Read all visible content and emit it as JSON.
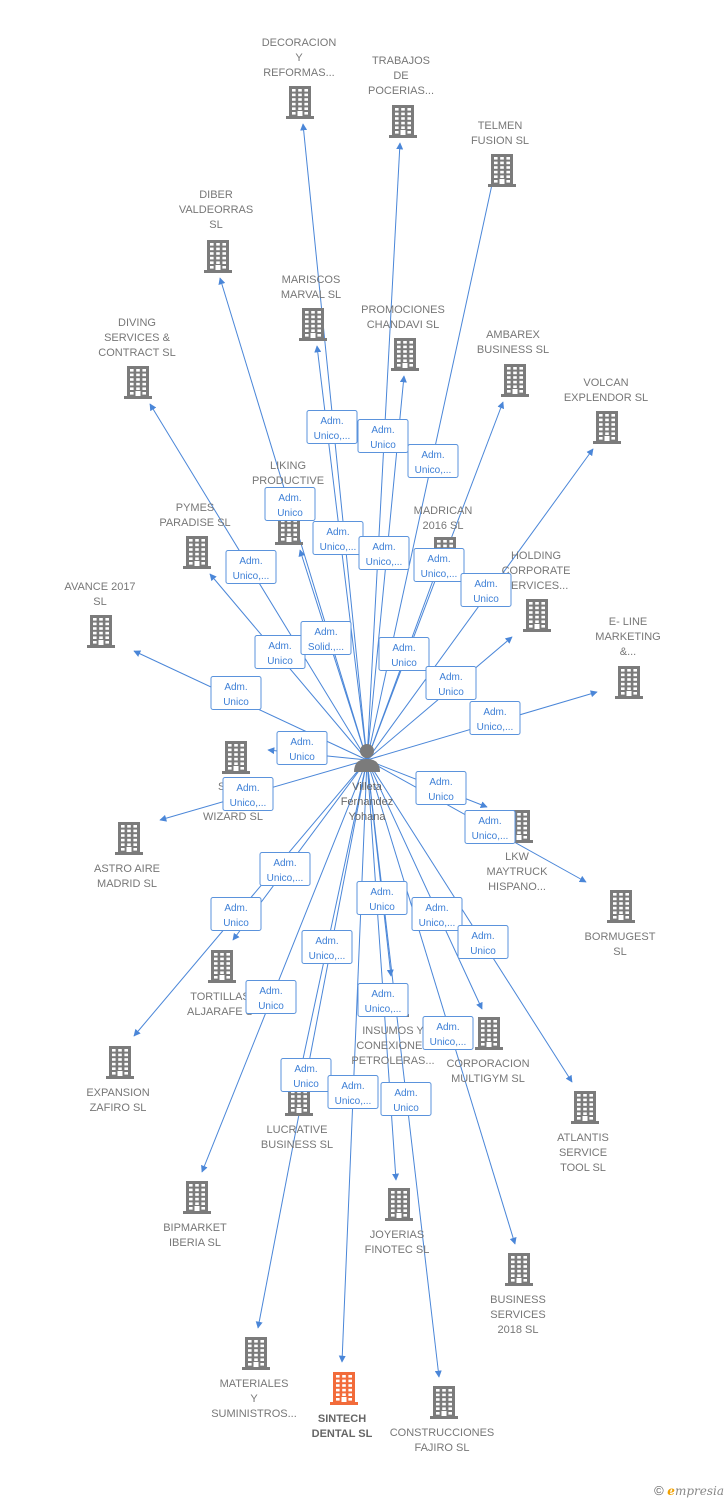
{
  "center": {
    "label": [
      "Villeta",
      "Fernandez",
      "Yohana"
    ]
  },
  "colors": {
    "edge": "#4a86d8",
    "building": "#7b7b7b",
    "highlight": "#f26b3a"
  },
  "nodes": [
    {
      "id": "decoracion",
      "label": [
        "DECORACION",
        "Y",
        "REFORMAS..."
      ]
    },
    {
      "id": "trabajos",
      "label": [
        "TRABAJOS",
        "DE",
        "POCERIAS..."
      ]
    },
    {
      "id": "telmen",
      "label": [
        "TELMEN",
        "FUSION SL"
      ]
    },
    {
      "id": "diber",
      "label": [
        "DIBER",
        "VALDEORRAS",
        "SL"
      ]
    },
    {
      "id": "mariscos",
      "label": [
        "MARISCOS",
        "MARVAL SL"
      ]
    },
    {
      "id": "promociones",
      "label": [
        "PROMOCIONES",
        "CHANDAVI SL"
      ]
    },
    {
      "id": "ambarex",
      "label": [
        "AMBAREX",
        "BUSINESS SL"
      ]
    },
    {
      "id": "diving",
      "label": [
        "DIVING",
        "SERVICES &",
        "CONTRACT SL"
      ]
    },
    {
      "id": "volcan",
      "label": [
        "VOLCAN",
        "EXPLENDOR SL"
      ]
    },
    {
      "id": "liking",
      "label": [
        "LIKING",
        "PRODUCTIVE"
      ]
    },
    {
      "id": "pymes",
      "label": [
        "PYMES",
        "PARADISE SL"
      ]
    },
    {
      "id": "madrican",
      "label": [
        "MADRICAN",
        "2016 SL"
      ]
    },
    {
      "id": "holding",
      "label": [
        "HOLDING",
        "CORPORATE",
        "SERVICES..."
      ]
    },
    {
      "id": "avance",
      "label": [
        "AVANCE 2017",
        "SL"
      ]
    },
    {
      "id": "eline",
      "label": [
        "E- LINE",
        "MARKETING",
        "&..."
      ]
    },
    {
      "id": "solutech",
      "label": [
        "SOLU",
        "TE",
        "WIZARD SL"
      ]
    },
    {
      "id": "astro",
      "label": [
        "ASTRO AIRE",
        "MADRID SL"
      ]
    },
    {
      "id": "lkw",
      "label": [
        "LKW",
        "MAYTRUCK",
        "HISPANO..."
      ]
    },
    {
      "id": "bormugest",
      "label": [
        "BORMUGEST",
        "SL"
      ]
    },
    {
      "id": "tortillas",
      "label": [
        "TORTILLAS",
        "ALJARAFE S"
      ]
    },
    {
      "id": "expansion",
      "label": [
        "EXPANSION",
        "ZAFIRO SL"
      ]
    },
    {
      "id": "insumos",
      "label": [
        "INSUMOS Y",
        "CONEXIONES",
        "PETROLERAS..."
      ]
    },
    {
      "id": "multigym",
      "label": [
        "CORPORACION",
        "MULTIGYM SL"
      ]
    },
    {
      "id": "atlantis",
      "label": [
        "ATLANTIS",
        "SERVICE",
        "TOOL SL"
      ]
    },
    {
      "id": "lucrative",
      "label": [
        "LUCRATIVE",
        "BUSINESS SL"
      ]
    },
    {
      "id": "bipmarket",
      "label": [
        "BIPMARKET",
        "IBERIA SL"
      ]
    },
    {
      "id": "joyerias",
      "label": [
        "JOYERIAS",
        "FINOTEC SL"
      ]
    },
    {
      "id": "business2018",
      "label": [
        "BUSINESS",
        "SERVICES",
        "2018 SL"
      ]
    },
    {
      "id": "materiales",
      "label": [
        "MATERIALES",
        "Y",
        "SUMINISTROS..."
      ]
    },
    {
      "id": "sintech",
      "label": [
        "SINTECH",
        "DENTAL SL"
      ],
      "highlight": true
    },
    {
      "id": "fajiro",
      "label": [
        "CONSTRUCCIONES",
        "FAJIRO SL"
      ]
    }
  ],
  "relations": [
    {
      "node": "decoracion",
      "label": [
        "Adm.",
        "Unico,..."
      ]
    },
    {
      "node": "trabajos",
      "label": [
        "Adm.",
        "Unico"
      ]
    },
    {
      "node": "telmen",
      "label": [
        "Adm.",
        "Unico,..."
      ]
    },
    {
      "node": "diber",
      "label": [
        "Adm.",
        "Unico"
      ]
    },
    {
      "node": "mariscos",
      "label": [
        "Adm.",
        "Unico,..."
      ]
    },
    {
      "node": "promociones",
      "label": [
        "Adm.",
        "Unico,..."
      ]
    },
    {
      "node": "ambarex",
      "label": [
        "Adm.",
        "Unico,..."
      ]
    },
    {
      "node": "volcan",
      "label": [
        "Adm.",
        "Unico"
      ]
    },
    {
      "node": "diving",
      "label": [
        "Adm.",
        "Unico,..."
      ]
    },
    {
      "node": "pymes",
      "label": [
        "Adm.",
        "Unico"
      ]
    },
    {
      "node": "liking",
      "label": [
        "Adm.",
        "Solid.,..."
      ]
    },
    {
      "node": "madrican",
      "label": [
        "Adm.",
        "Unico"
      ]
    },
    {
      "node": "holding",
      "label": [
        "Adm.",
        "Unico"
      ]
    },
    {
      "node": "avance",
      "label": [
        "Adm.",
        "Unico"
      ]
    },
    {
      "node": "eline",
      "label": [
        "Adm.",
        "Unico,..."
      ]
    },
    {
      "node": "solutech",
      "label": [
        "Adm.",
        "Unico"
      ]
    },
    {
      "node": "astro",
      "label": [
        "Adm.",
        "Unico,..."
      ]
    },
    {
      "node": "lkw",
      "label": [
        "Adm.",
        "Unico"
      ]
    },
    {
      "node": "bormugest",
      "label": [
        "Adm.",
        "Unico,..."
      ]
    },
    {
      "node": "tortillas",
      "label": [
        "Adm.",
        "Unico,..."
      ]
    },
    {
      "node": "expansion",
      "label": [
        "Adm.",
        "Unico"
      ]
    },
    {
      "node": "insumos",
      "label": [
        "Adm.",
        "Unico"
      ]
    },
    {
      "node": "multigym",
      "label": [
        "Adm.",
        "Unico,..."
      ]
    },
    {
      "node": "atlantis",
      "label": [
        "Adm.",
        "Unico"
      ]
    },
    {
      "node": "lucrative",
      "label": [
        "Adm.",
        "Unico,..."
      ]
    },
    {
      "node": "bipmarket",
      "label": [
        "Adm.",
        "Unico"
      ]
    },
    {
      "node": "joyerias",
      "label": [
        "Adm.",
        "Unico,..."
      ]
    },
    {
      "node": "business2018",
      "label": [
        "Adm.",
        "Unico,..."
      ]
    },
    {
      "node": "materiales",
      "label": [
        "Adm.",
        "Unico"
      ]
    },
    {
      "node": "sintech",
      "label": [
        "Adm.",
        "Unico,..."
      ]
    },
    {
      "node": "fajiro",
      "label": [
        "Adm.",
        "Unico"
      ]
    }
  ],
  "footer": {
    "copyright": "©",
    "brand_initial": "e",
    "brand_rest": "mpresia"
  }
}
